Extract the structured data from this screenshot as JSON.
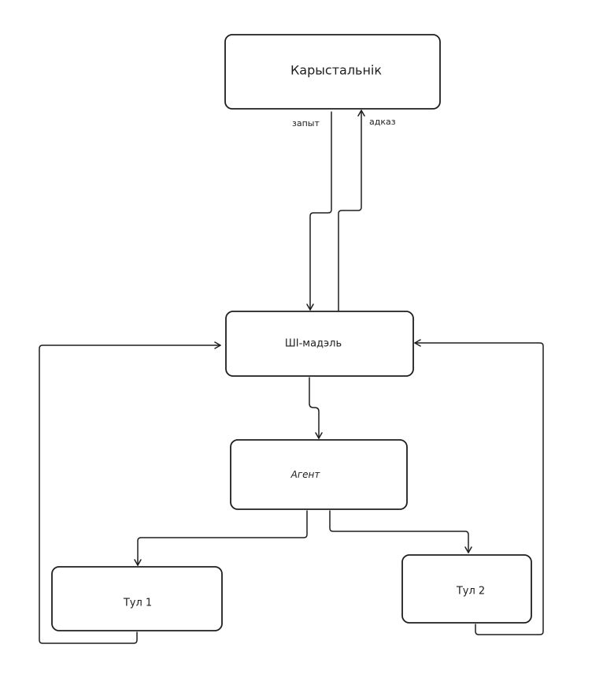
{
  "diagram": {
    "colors": {
      "stroke": "#1e1e1e",
      "background": "#ffffff"
    },
    "nodes": {
      "user": {
        "label": "Карыстальнік"
      },
      "ai_model": {
        "label": "ШІ-мадэль"
      },
      "agent": {
        "label": "Агент"
      },
      "tool1": {
        "label": "Тул 1"
      },
      "tool2": {
        "label": "Тул 2"
      }
    },
    "edges": {
      "request": {
        "from": "user",
        "to": "ai_model",
        "label": "запыт"
      },
      "response": {
        "from": "ai_model",
        "to": "user",
        "label": "адказ"
      },
      "model_to_agent": {
        "from": "ai_model",
        "to": "agent"
      },
      "agent_to_tool1": {
        "from": "agent",
        "to": "tool1"
      },
      "agent_to_tool2": {
        "from": "agent",
        "to": "tool2"
      },
      "tool1_to_model": {
        "from": "tool1",
        "to": "ai_model"
      },
      "tool2_to_model": {
        "from": "tool2",
        "to": "ai_model"
      }
    }
  }
}
